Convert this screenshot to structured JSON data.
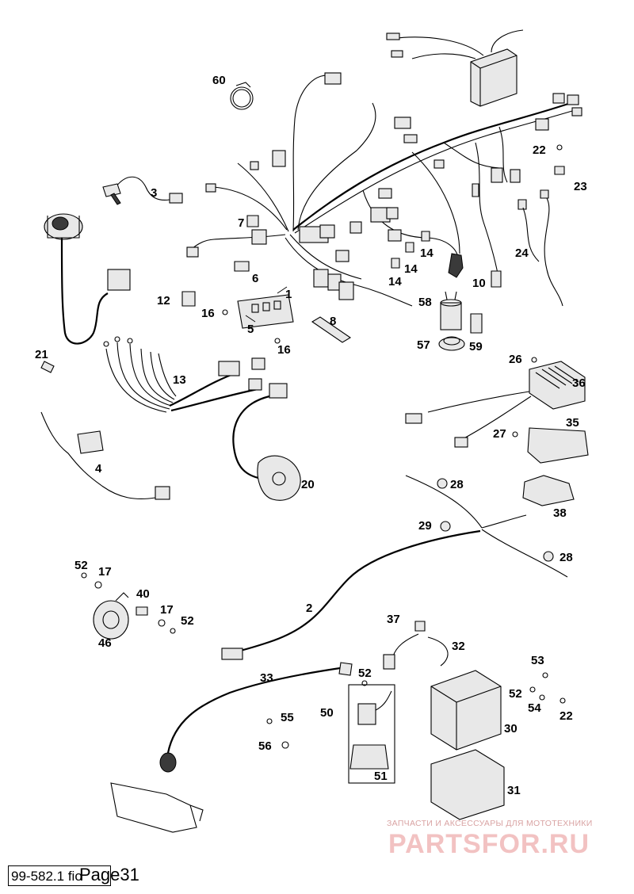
{
  "document": {
    "code": "99-582.1 fio",
    "page_label": "Page31"
  },
  "watermark": {
    "subtitle": "ЗАПЧАСТИ И АКСЕССУАРЫ ДЛЯ МОТОТЕХНИКИ",
    "logo": "PARTSFOR.RU",
    "color": "#f2c2c2"
  },
  "callouts": [
    "60",
    "3",
    "7",
    "22",
    "23",
    "6",
    "14",
    "14",
    "14",
    "24",
    "12",
    "16",
    "1",
    "10",
    "58",
    "5",
    "8",
    "16",
    "57",
    "59",
    "21",
    "26",
    "36",
    "13",
    "35",
    "27",
    "4",
    "20",
    "28",
    "38",
    "29",
    "28",
    "52",
    "17",
    "40",
    "17",
    "52",
    "46",
    "2",
    "37",
    "32",
    "33",
    "52",
    "53",
    "50",
    "52",
    "54",
    "22",
    "55",
    "30",
    "56",
    "51",
    "31"
  ]
}
